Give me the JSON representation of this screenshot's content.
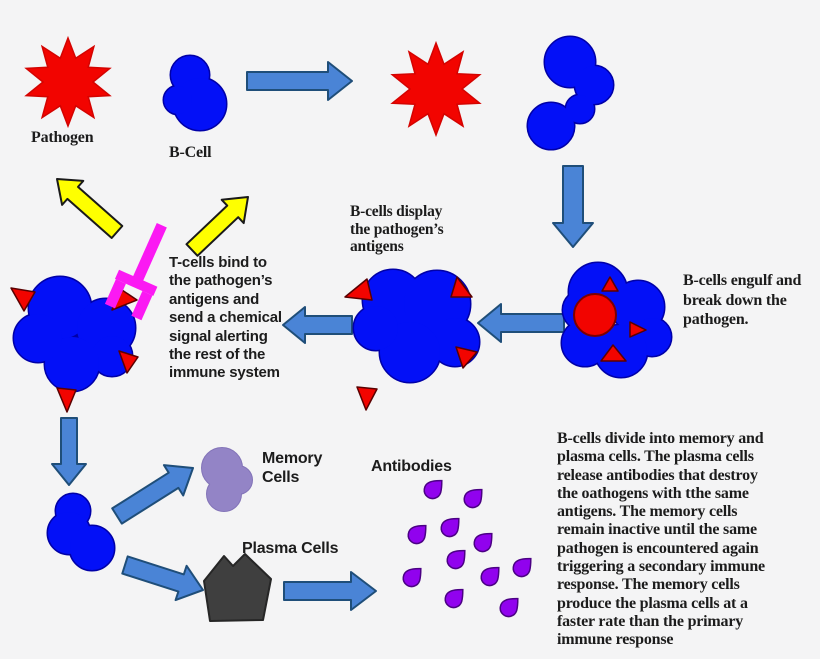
{
  "title": "B-cell immune response diagram",
  "colors": {
    "background": "#f4f4f5",
    "pathogen_red": "#f20400",
    "cell_blue": "#0310f7",
    "arrow_blue": "#4a84d6",
    "signal_yellow": "#feff00",
    "receptor_magenta": "#fb19f3",
    "memory_purple": "#9384c6",
    "antibody_purple": "#9102ee",
    "plasma_gray": "#3f3f3f",
    "text": "#1c1c1c"
  },
  "labels": {
    "pathogen": "Pathogen",
    "b_cell": "B-Cell",
    "display_antigens": "B-cells display\nthe pathogen’s\nantigens",
    "engulf": "B-cells engulf and\nbreak down the\npathogen.",
    "t_cells": "T-cells bind to\nthe pathogen’s\nantigens and\nsend a chemical\nsignal alerting\nthe rest of the\nimmune system",
    "memory_cells": "Memory\nCells",
    "plasma_cells": "Plasma Cells",
    "antibodies": "Antibodies",
    "division_paragraph": "B-cells divide into memory and\nplasma cells. The plasma cells\nrelease antibodies that destroy\nthe oathogens with tthe same\nantigens. The memory cells\nremain inactive until the same\npathogen is encountered again\ntriggering a secondary immune\nresponse. The memory cells\nproduce the plasma cells at a\nfaster rate than the primary\nimmune response"
  }
}
